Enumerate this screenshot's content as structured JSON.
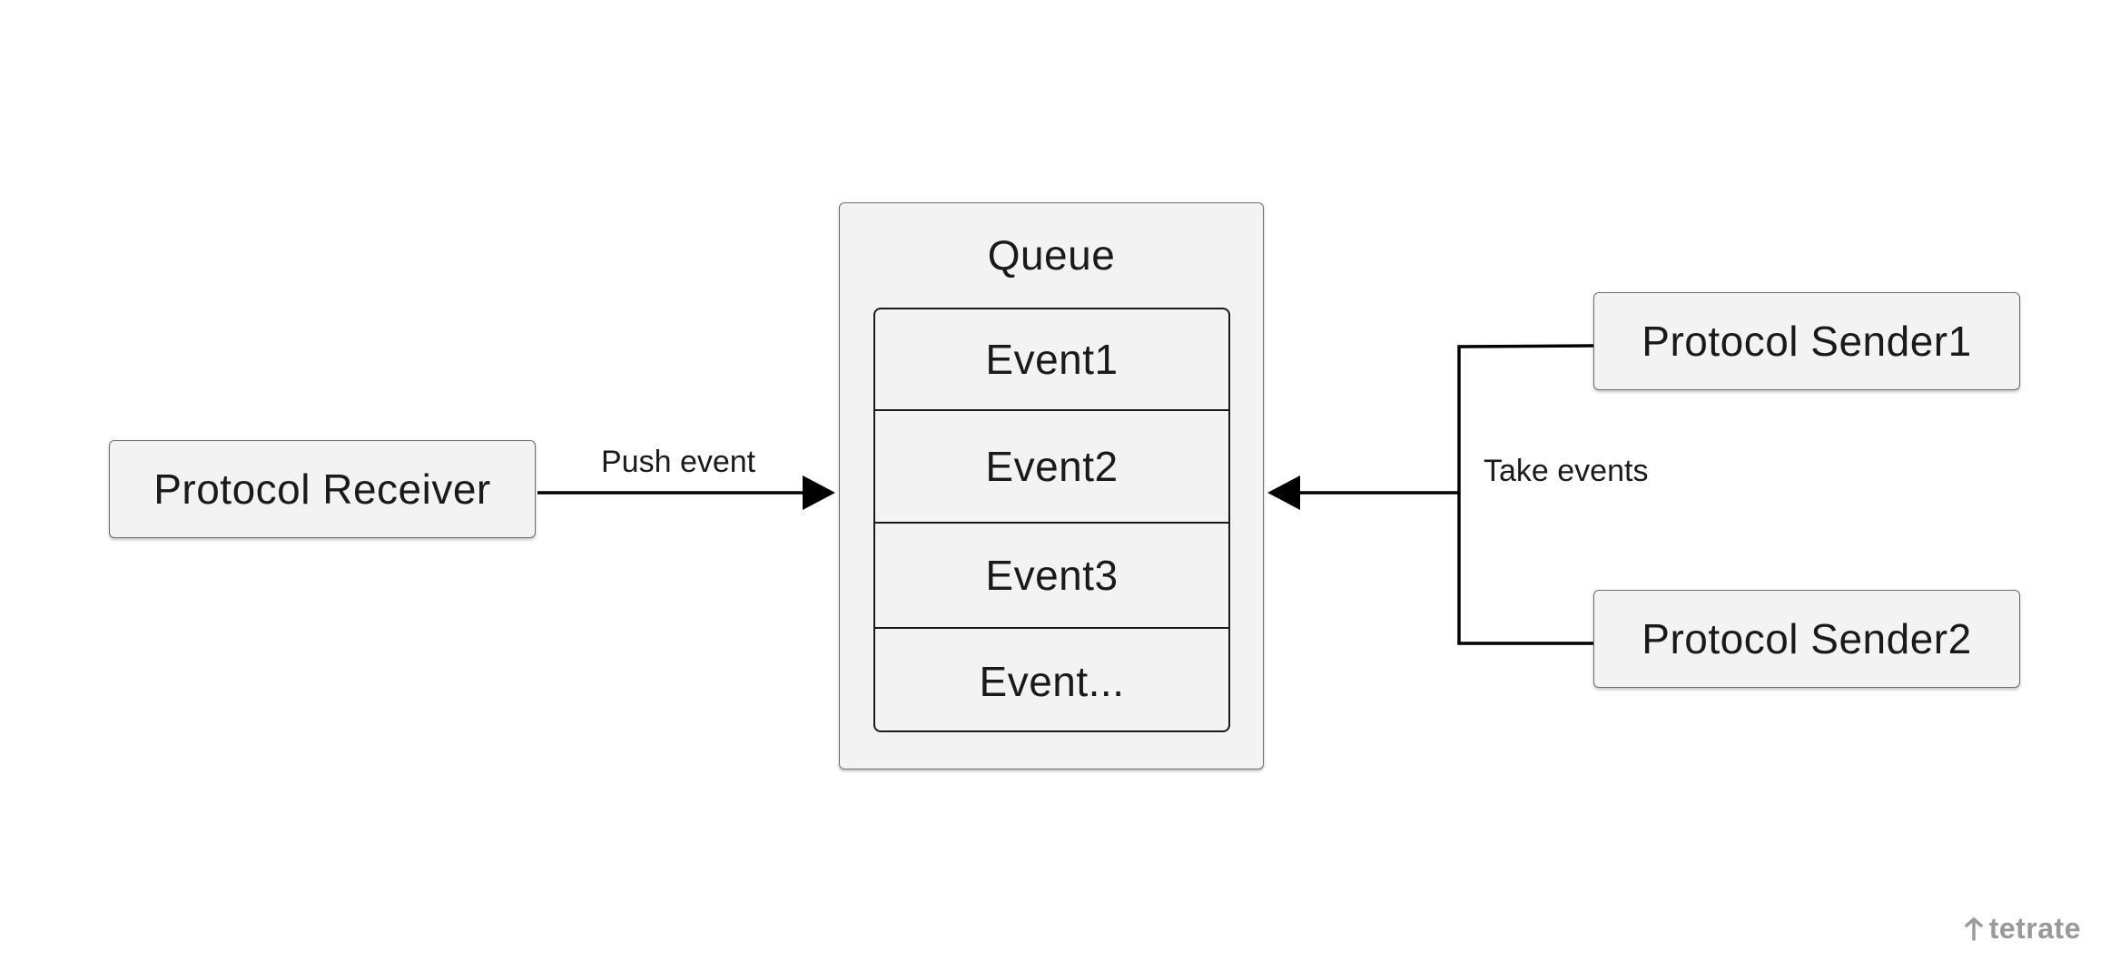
{
  "nodes": {
    "receiver": "Protocol Receiver",
    "sender1": "Protocol Sender1",
    "sender2": "Protocol Sender2"
  },
  "queue": {
    "title": "Queue",
    "events": [
      "Event1",
      "Event2",
      "Event3",
      "Event..."
    ]
  },
  "edges": {
    "push_label": "Push event",
    "take_label": "Take events"
  },
  "brand": {
    "logo_text": "tetrate",
    "logo_icon": "tetrate-arrow-icon"
  },
  "colors": {
    "node_fill": "#f3f3f3",
    "node_border": "#6f6f6f",
    "line": "#000000",
    "logo": "#9a9a9a"
  }
}
